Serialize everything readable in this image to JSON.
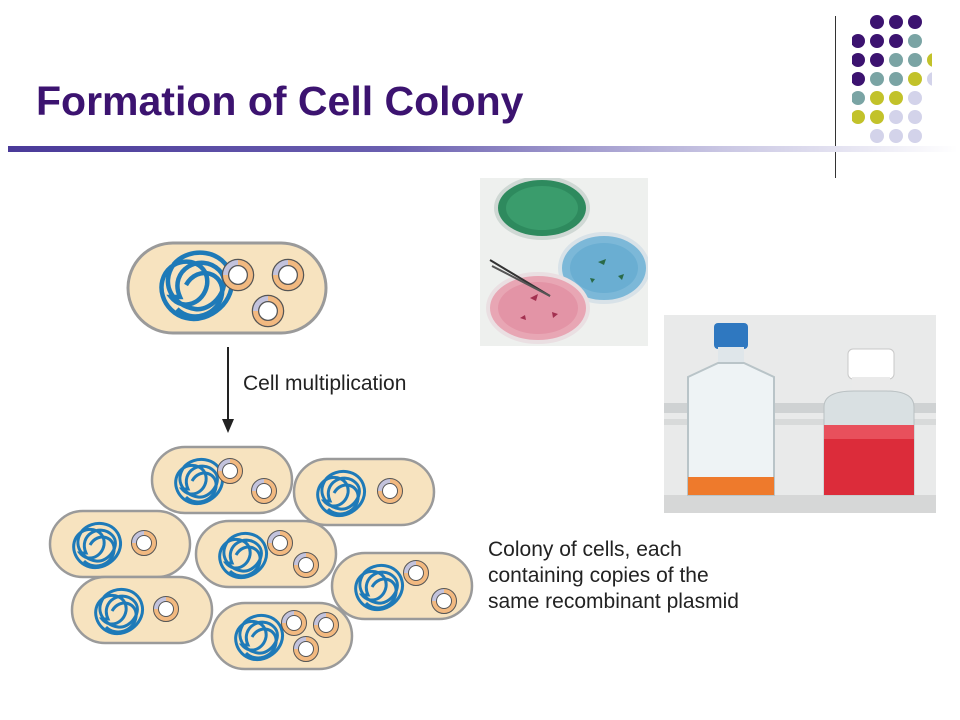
{
  "slide": {
    "title": "Formation of Cell Colony"
  },
  "diagram": {
    "arrow_label": "Cell multiplication",
    "colony_label_lines": [
      "Colony of cells, each",
      "containing copies of the",
      "same recombinant plasmid"
    ]
  },
  "photos": [
    {
      "subject": "petri dishes with green, blue and pink culture media and forceps"
    },
    {
      "subject": "culture flask and media bottle with red liquid"
    }
  ],
  "colors": {
    "title": "#3c1370",
    "dot_purple": "#3c1370",
    "dot_teal": "#7aa4a4",
    "dot_olive": "#c2c22a",
    "dot_lavender": "#d3d3ea",
    "cell_fill": "#f7e3bf",
    "dna_blue": "#1e7ab8",
    "plasmid_orange": "#f2b980",
    "plasmid_lavender": "#c3c3dd"
  }
}
